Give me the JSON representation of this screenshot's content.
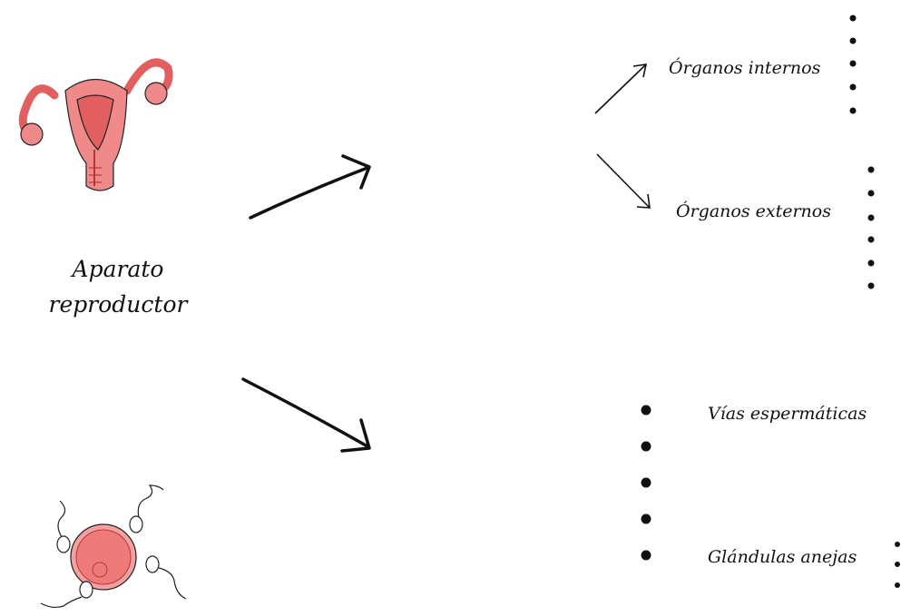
{
  "title_line1": "Aparato",
  "title_line2": "reproductor",
  "branches": {
    "internos": "Órganos internos",
    "externos": "Órganos externos",
    "vias": "Vías espermáticas",
    "glandulas": "Glándulas anejas"
  },
  "colors": {
    "ink": "#111111",
    "organ_fill": "#f08a8a",
    "organ_dark": "#e15f5f",
    "cell_fill": "#ef7a7a"
  },
  "icons": [
    "uterus-icon",
    "egg-sperm-icon"
  ]
}
